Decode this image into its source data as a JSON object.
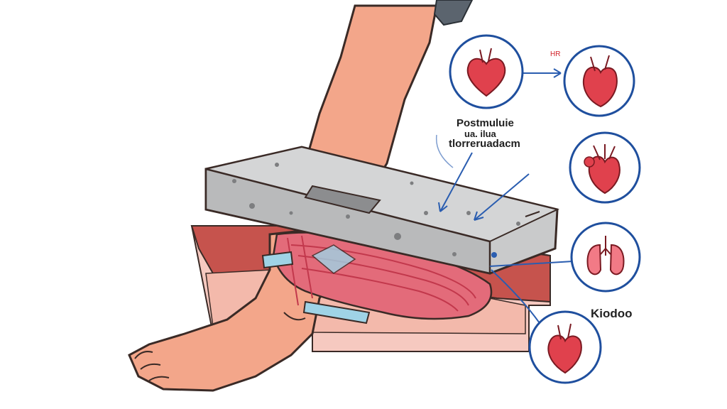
{
  "labels": {
    "main_line_1": "Postmuluie",
    "main_line_2": "ua. ilua",
    "main_line_3": "tlorreruadacm",
    "small_red": "HR",
    "bottom_right": "Kiodoo"
  },
  "colors": {
    "skin": "#f3a68a",
    "skin_outline": "#3a2a26",
    "concrete": "#c9cacb",
    "concrete_dark": "#a8a9ab",
    "muscle": "#e36b7a",
    "muscle_dark": "#c2384c",
    "tendon_band": "#9fd3e6",
    "soft_tissue": "#f6c9c0",
    "ground_band": "#c6534d",
    "circle_outline": "#1f4f9e",
    "arrow_blue": "#2a5db0",
    "heart_red": "#e0414d"
  },
  "icons": {
    "organ_1": "heart-icon",
    "organ_2": "heart-icon",
    "organ_3": "heart-vessels-icon",
    "organ_4": "lungs-icon",
    "organ_5": "heart-icon"
  }
}
